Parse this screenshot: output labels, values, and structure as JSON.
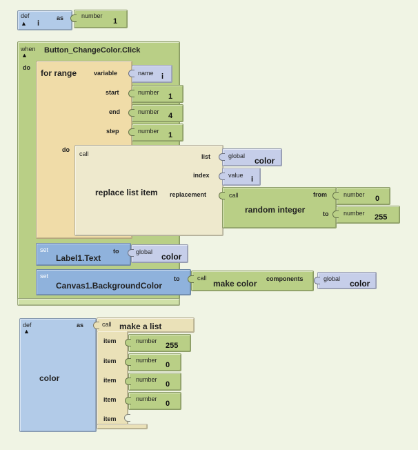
{
  "def_i": {
    "def": "def",
    "arrow": "▲",
    "name": "i",
    "as": "as",
    "type": "number",
    "value": "1"
  },
  "event": {
    "when": "when",
    "arrow": "▲",
    "name": "Button_ChangeColor.Click",
    "do": "do",
    "for_range": {
      "title": "for range",
      "variable_label": "variable",
      "var_type": "name",
      "var_name": "i",
      "start_label": "start",
      "start_type": "number",
      "start_value": "1",
      "end_label": "end",
      "end_type": "number",
      "end_value": "4",
      "step_label": "step",
      "step_type": "number",
      "step_value": "1",
      "do": "do",
      "call_block": {
        "call": "call",
        "name": "replace list item",
        "list_label": "list",
        "list_type": "global",
        "list_value": "color",
        "index_label": "index",
        "index_type": "value",
        "index_value": "i",
        "replacement_label": "replacement",
        "random": {
          "call": "call",
          "name": "random integer",
          "from_label": "from",
          "from_type": "number",
          "from_value": "0",
          "to_label": "to",
          "to_type": "number",
          "to_value": "255"
        }
      }
    },
    "set_label": {
      "set": "set",
      "name": "Label1.Text",
      "to": "to",
      "type": "global",
      "value": "color"
    },
    "set_canvas": {
      "set": "set",
      "name": "Canvas1.BackgroundColor",
      "to": "to",
      "call": "call",
      "fn": "make color",
      "components": "components",
      "type": "global",
      "value": "color"
    }
  },
  "def_color": {
    "def": "def",
    "arrow": "▲",
    "name": "color",
    "as": "as",
    "call": "call",
    "fn": "make a list",
    "items": [
      {
        "label": "item",
        "type": "number",
        "value": "255"
      },
      {
        "label": "item",
        "type": "number",
        "value": "0"
      },
      {
        "label": "item",
        "type": "number",
        "value": "0"
      },
      {
        "label": "item",
        "type": "number",
        "value": "0"
      },
      {
        "label": "item",
        "type": "",
        "value": ""
      }
    ]
  }
}
